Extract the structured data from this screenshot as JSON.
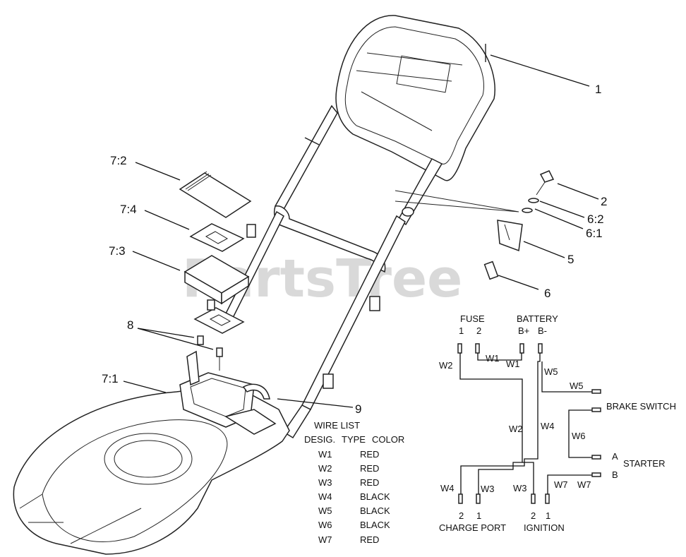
{
  "watermark": "PartsTree",
  "callouts": {
    "c1": "1",
    "c2": "2",
    "c6_2": "6:2",
    "c6_1": "6:1",
    "c5": "5",
    "c6": "6",
    "c7_2": "7:2",
    "c7_4": "7:4",
    "c7_3": "7:3",
    "c8": "8",
    "c7_1": "7:1",
    "c9": "9"
  },
  "wire_list": {
    "title": "WIRE LIST",
    "headers": [
      "DESIG.",
      "TYPE",
      "COLOR"
    ],
    "rows": [
      {
        "desig": "W1",
        "color": "RED"
      },
      {
        "desig": "W2",
        "color": "RED"
      },
      {
        "desig": "W3",
        "color": "RED"
      },
      {
        "desig": "W4",
        "color": "BLACK"
      },
      {
        "desig": "W5",
        "color": "BLACK"
      },
      {
        "desig": "W6",
        "color": "BLACK"
      },
      {
        "desig": "W7",
        "color": "RED"
      }
    ]
  },
  "schematic": {
    "fuse": "FUSE",
    "fuse_1": "1",
    "fuse_2": "2",
    "battery": "BATTERY",
    "b_plus": "B+",
    "b_minus": "B-",
    "brake_switch": "BRAKE SWITCH",
    "starter": "STARTER",
    "starter_a": "A",
    "starter_b": "B",
    "charge_port": "CHARGE PORT",
    "charge_2": "2",
    "charge_1": "1",
    "ignition": "IGNITION",
    "ign_2": "2",
    "ign_1": "1",
    "w1_a": "W1",
    "w1_b": "W1",
    "w2_a": "W2",
    "w2_b": "W2",
    "w3_a": "W3",
    "w3_b": "W3",
    "w4_a": "W4",
    "w4_b": "W4",
    "w5_a": "W5",
    "w5_b": "W5",
    "w6": "W6",
    "w7_a": "W7",
    "w7_b": "W7"
  }
}
